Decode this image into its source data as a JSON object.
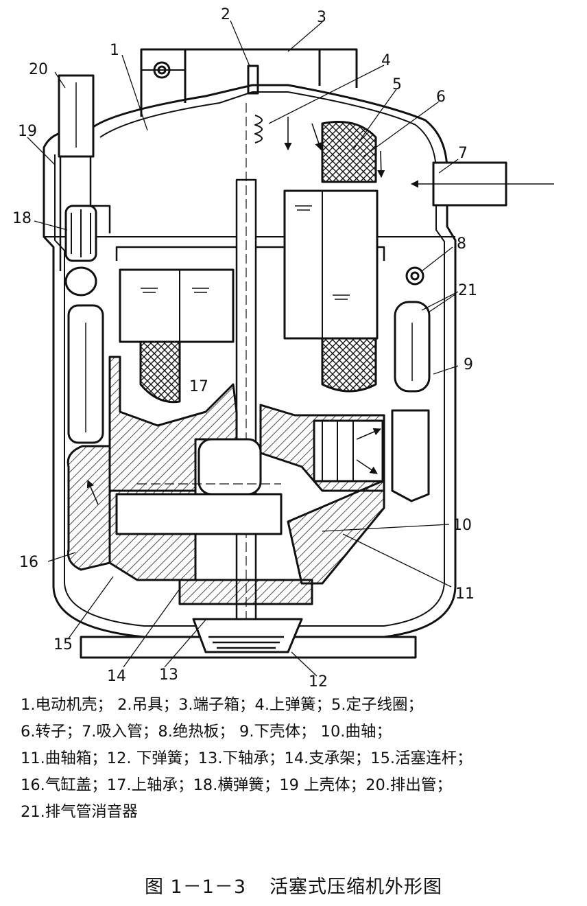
{
  "callouts": [
    "1",
    "2",
    "3",
    "4",
    "5",
    "6",
    "7",
    "8",
    "9",
    "10",
    "11",
    "12",
    "13",
    "14",
    "15",
    "16",
    "17",
    "18",
    "19",
    "20",
    "21"
  ],
  "legend": {
    "rows": [
      "1.电动机壳； 2.吊具；3.端子箱；4.上弹簧；5.定子线圈；",
      "6.转子；7.吸入管；8.绝热板； 9.下壳体； 10.曲轴；",
      "11.曲轴箱；12. 下弹簧；13.下轴承；14.支承架；15.活塞连杆；",
      "16.气缸盖；17.上轴承；18.横弹簧；19 上壳体；20.排出管；",
      "21.排气管消音器"
    ]
  },
  "caption": {
    "number": "图 1－1－3",
    "title": "活塞式压缩机外形图"
  }
}
